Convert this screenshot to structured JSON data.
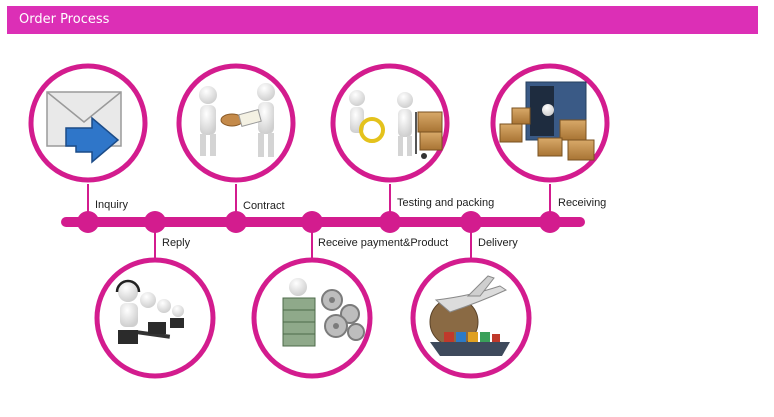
{
  "header": {
    "title": "Order Process"
  },
  "colors": {
    "accent": "#dc2fb6",
    "timeline": "#d31c8e"
  },
  "steps": [
    {
      "label": "Inquiry",
      "icon": "envelope-reply-icon"
    },
    {
      "label": "Reply",
      "icon": "call-center-icon"
    },
    {
      "label": "Contract",
      "icon": "handshake-contract-icon"
    },
    {
      "label": "Receive payment&Product",
      "icon": "money-gears-icon"
    },
    {
      "label": "Testing and packing",
      "icon": "testing-packing-icon"
    },
    {
      "label": "Delivery",
      "icon": "airplane-ship-icon"
    },
    {
      "label": "Receiving",
      "icon": "container-boxes-icon"
    }
  ]
}
